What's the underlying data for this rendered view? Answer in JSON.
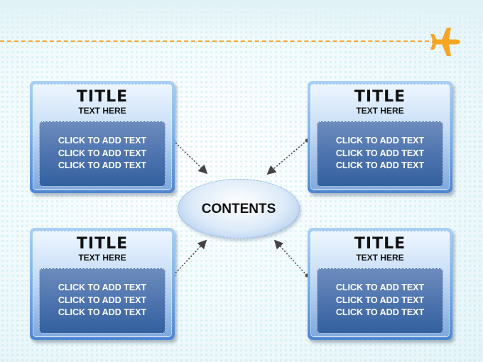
{
  "center": {
    "label": "CONTENTS"
  },
  "boxes": [
    {
      "title": "TITLE",
      "subtitle": "TEXT HERE",
      "lines": [
        "CLICK TO ADD TEXT",
        "CLICK TO ADD TEXT",
        "CLICK TO ADD TEXT"
      ]
    },
    {
      "title": "TITLE",
      "subtitle": "TEXT HERE",
      "lines": [
        "CLICK TO ADD TEXT",
        "CLICK TO ADD TEXT",
        "CLICK TO ADD TEXT"
      ]
    },
    {
      "title": "TITLE",
      "subtitle": "TEXT HERE",
      "lines": [
        "CLICK TO ADD TEXT",
        "CLICK TO ADD TEXT",
        "CLICK TO ADD TEXT"
      ]
    },
    {
      "title": "TITLE",
      "subtitle": "TEXT HERE",
      "lines": [
        "CLICK TO ADD TEXT",
        "CLICK TO ADD TEXT",
        "CLICK TO ADD TEXT"
      ]
    }
  ],
  "decor": {
    "plane_icon": "airplane-icon",
    "line_color": "#f2a93b",
    "accent_color": "#4e86d3"
  }
}
